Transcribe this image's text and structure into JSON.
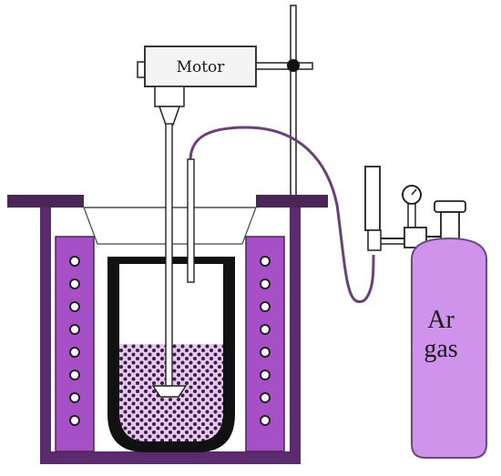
{
  "labels": {
    "motor": "Motor",
    "gas_line1": "Ar",
    "gas_line2": "gas"
  },
  "colors": {
    "outline": "#222222",
    "dark_purple": "#4a2656",
    "mid_purple": "#5c2a6e",
    "coil_fill": "#a74fc6",
    "cylinder_fill": "#cf93ec",
    "cylinder_stroke": "#6a4a7a",
    "hose": "#6d3f78",
    "crucible": "#111111",
    "melt_bg": "#e8c8f0",
    "melt_dot": "#3a2040",
    "motor_fill": "#f4f4f4"
  }
}
